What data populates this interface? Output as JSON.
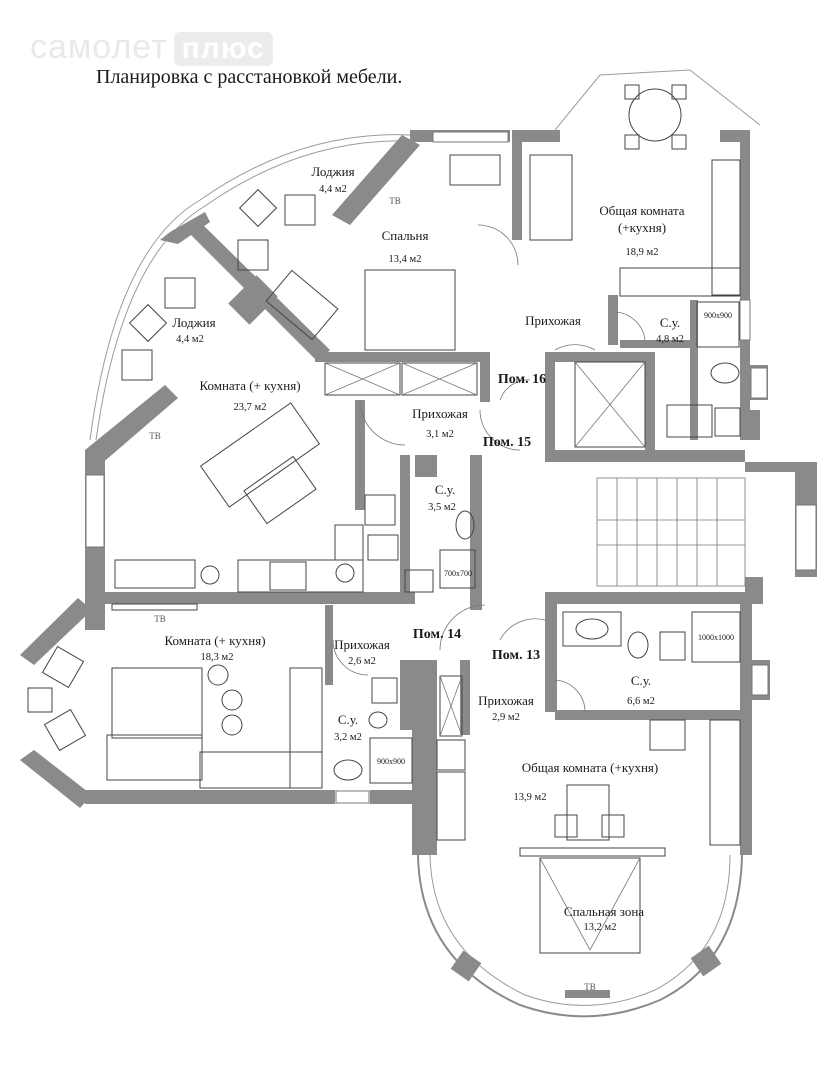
{
  "watermark": {
    "brand": "самолет",
    "badge": "плюс"
  },
  "title": "Планировка с расстановкой мебели.",
  "rooms": {
    "loggia_top": {
      "name": "Лоджия",
      "area": "4,4 м2"
    },
    "bedroom": {
      "name": "Спальня",
      "area": "13,4 м2"
    },
    "common_top": {
      "name": "Общая комната",
      "sub": "(+кухня)",
      "area": "18,9 м2"
    },
    "loggia_left": {
      "name": "Лоджия",
      "area": "4,4 м2"
    },
    "hall_16": {
      "name": "Прихожая"
    },
    "wc_top": {
      "name": "С.у.",
      "area": "4,8 м2"
    },
    "room_23": {
      "name": "Комната (+ кухня)",
      "area": "23,7 м2"
    },
    "hall_15": {
      "name": "Прихожая",
      "area": "3,1 м2"
    },
    "wc_35": {
      "name": "С.у.",
      "area": "3,5 м2"
    },
    "room_18": {
      "name": "Комната (+ кухня)",
      "area": "18,3 м2"
    },
    "hall_14": {
      "name": "Прихожая",
      "area": "2,6 м2"
    },
    "wc_32": {
      "name": "С.у.",
      "area": "3,2 м2"
    },
    "hall_13": {
      "name": "Прихожая",
      "area": "2,9 м2"
    },
    "wc_66": {
      "name": "С.у.",
      "area": "6,6 м2"
    },
    "common_bot": {
      "name": "Общая комната (+кухня)",
      "area": "13,9 м2"
    },
    "sleep_zone": {
      "name": "Спальная зона",
      "area": "13,2 м2"
    }
  },
  "units": {
    "pom16": "Пом. 16",
    "pom15": "Пом. 15",
    "pom14": "Пом. 14",
    "pom13": "Пом. 13"
  },
  "labels": {
    "tv": "ТВ",
    "shower_900": "900х900",
    "shower_700": "700х700",
    "shower_1000": "1000х1000"
  }
}
